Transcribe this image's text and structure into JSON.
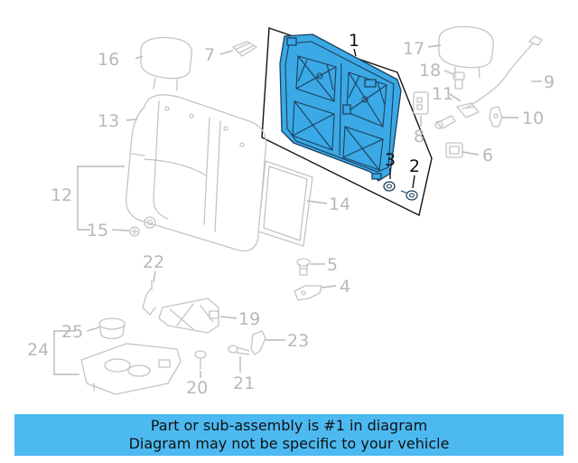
{
  "diagram": {
    "highlighted_part": "1",
    "callouts": {
      "c1": "1",
      "c2": "2",
      "c3": "3",
      "c4": "4",
      "c5": "5",
      "c6": "6",
      "c7": "7",
      "c8": "8",
      "c9": "9",
      "c10": "10",
      "c11": "11",
      "c12": "12",
      "c13": "13",
      "c14": "14",
      "c15": "15",
      "c16": "16",
      "c17": "17",
      "c18": "18",
      "c19": "19",
      "c20": "20",
      "c21": "21",
      "c22": "22",
      "c23": "23",
      "c24": "24",
      "c25": "25"
    },
    "colors": {
      "highlight_fill": "#3aa9e6",
      "highlight_stroke": "#1d3f5c",
      "inactive_part": "#c4c4c4",
      "banner_background": "#4db9f1"
    }
  },
  "banner": {
    "line1": "Part or sub-assembly is #1 in diagram",
    "line2": "Diagram may not be specific to your vehicle"
  }
}
